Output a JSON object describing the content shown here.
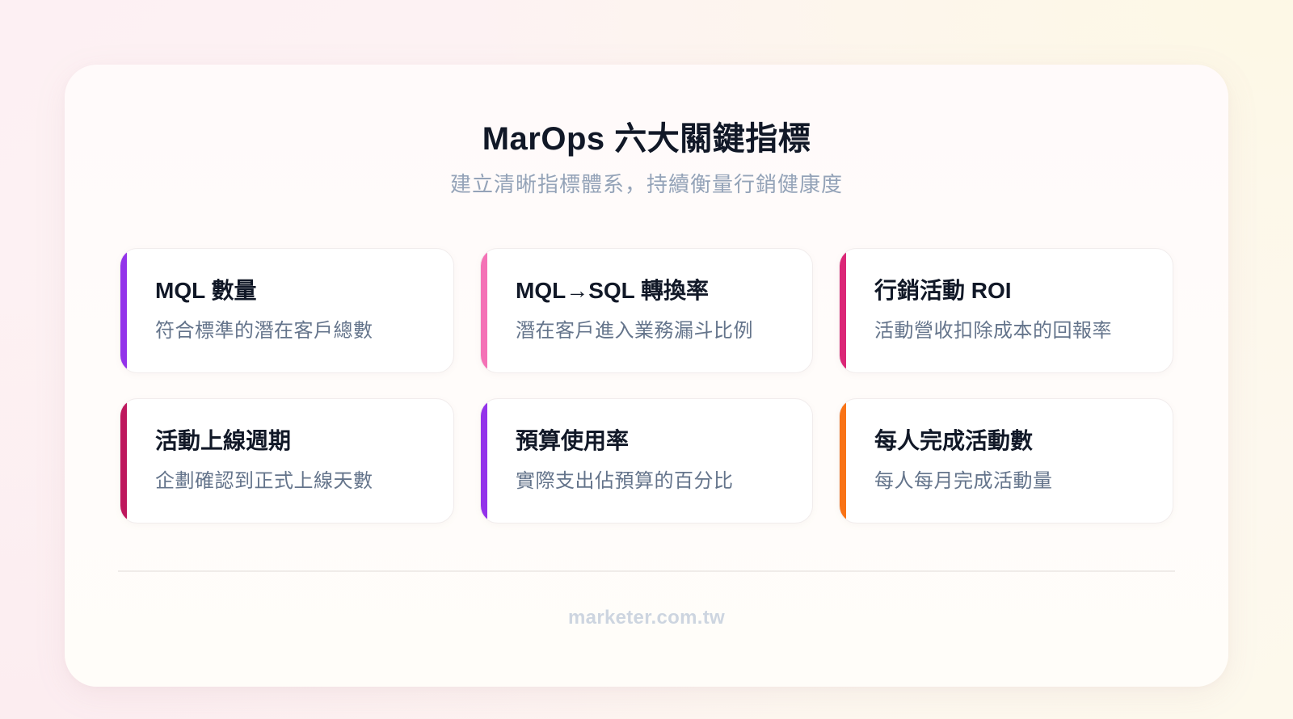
{
  "header": {
    "title": "MarOps 六大關鍵指標",
    "subtitle": "建立清晰指標體系，持續衡量行銷健康度"
  },
  "metrics": [
    {
      "title": "MQL 數量",
      "description": "符合標準的潛在客戶總數",
      "accent_color": "#9333ea"
    },
    {
      "title": "MQL→SQL 轉換率",
      "description": "潛在客戶進入業務漏斗比例",
      "accent_color": "#f472b6"
    },
    {
      "title": "行銷活動 ROI",
      "description": "活動營收扣除成本的回報率",
      "accent_color": "#db2777"
    },
    {
      "title": "活動上線週期",
      "description": "企劃確認到正式上線天數",
      "accent_color": "#be185d"
    },
    {
      "title": "預算使用率",
      "description": "實際支出佔預算的百分比",
      "accent_color": "#9333ea"
    },
    {
      "title": "每人完成活動數",
      "description": "每人每月完成活動量",
      "accent_color": "#f97316"
    }
  ],
  "footer": {
    "site": "marketer.com.tw"
  }
}
